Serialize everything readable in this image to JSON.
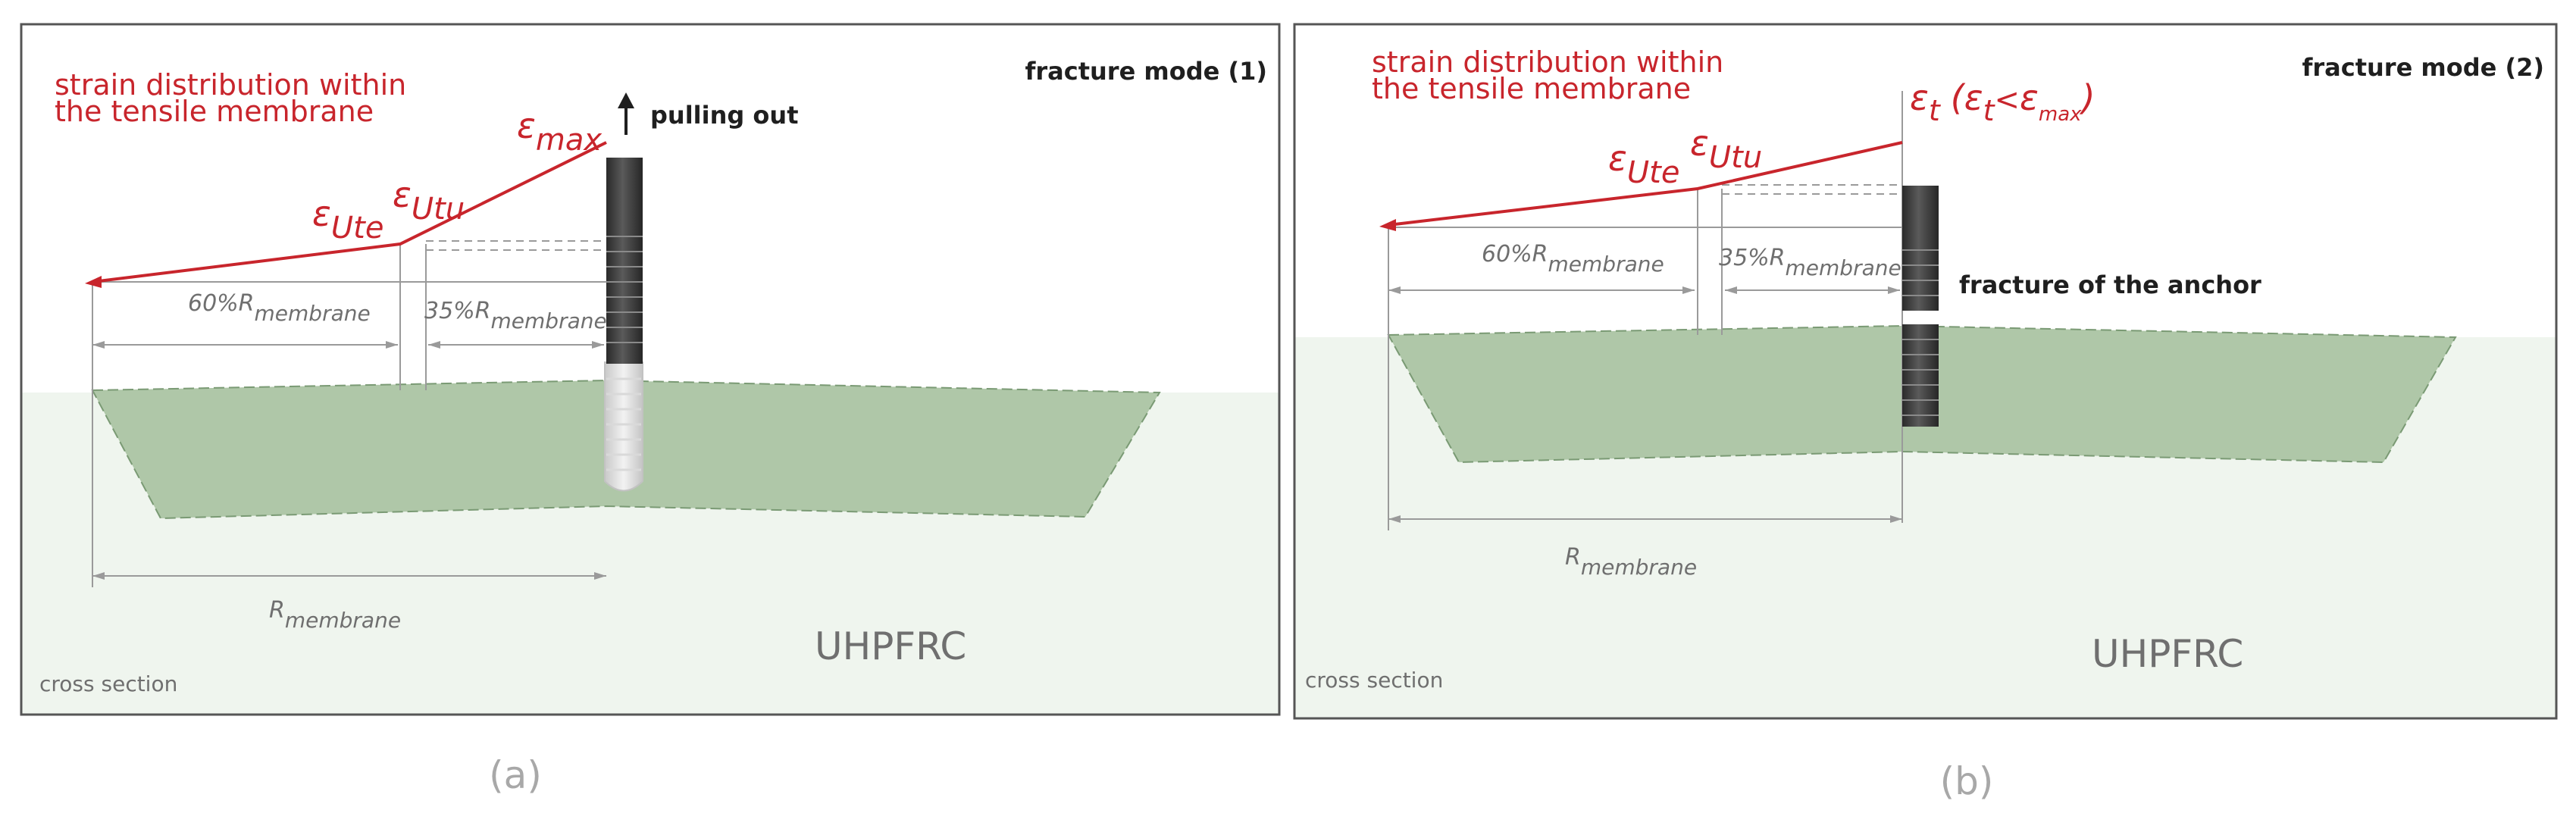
{
  "panels": [
    {
      "id": "a",
      "caption": "(a)",
      "mode_label": "fracture mode (1)",
      "strain_title_line1": "strain distribution within",
      "strain_title_line2": "the tensile membrane",
      "eps_symbol": "ε",
      "ute_sub": "Ute",
      "utu_sub": "Utu",
      "max_sub": "max",
      "pull_label": "pulling out",
      "dim_60": "60%R",
      "dim_35": "35%R",
      "membrane_sub": "membrane",
      "r_label": "R",
      "material_label": "UHPFRC",
      "section_label": "cross section"
    },
    {
      "id": "b",
      "caption": "(b)",
      "mode_label": "fracture mode (2)",
      "strain_title_line1": "strain distribution within",
      "strain_title_line2": "the tensile membrane",
      "eps_symbol": "ε",
      "ute_sub": "Ute",
      "utu_sub": "Utu",
      "t_sub": "t",
      "paren_open": "(",
      "lt_sign": "<",
      "max_sub": "max",
      "paren_close": ")",
      "fracture_label": "fracture of the anchor",
      "dim_60": "60%R",
      "dim_35": "35%R",
      "membrane_sub": "membrane",
      "r_label": "R",
      "material_label": "UHPFRC",
      "section_label": "cross section"
    }
  ],
  "colors": {
    "strain_red": "#c8252c",
    "membrane_green": "#afc7a8",
    "ground_green": "#eff5ee",
    "anchor_dark": "#3a3a3a",
    "frame_grey": "#555555"
  }
}
